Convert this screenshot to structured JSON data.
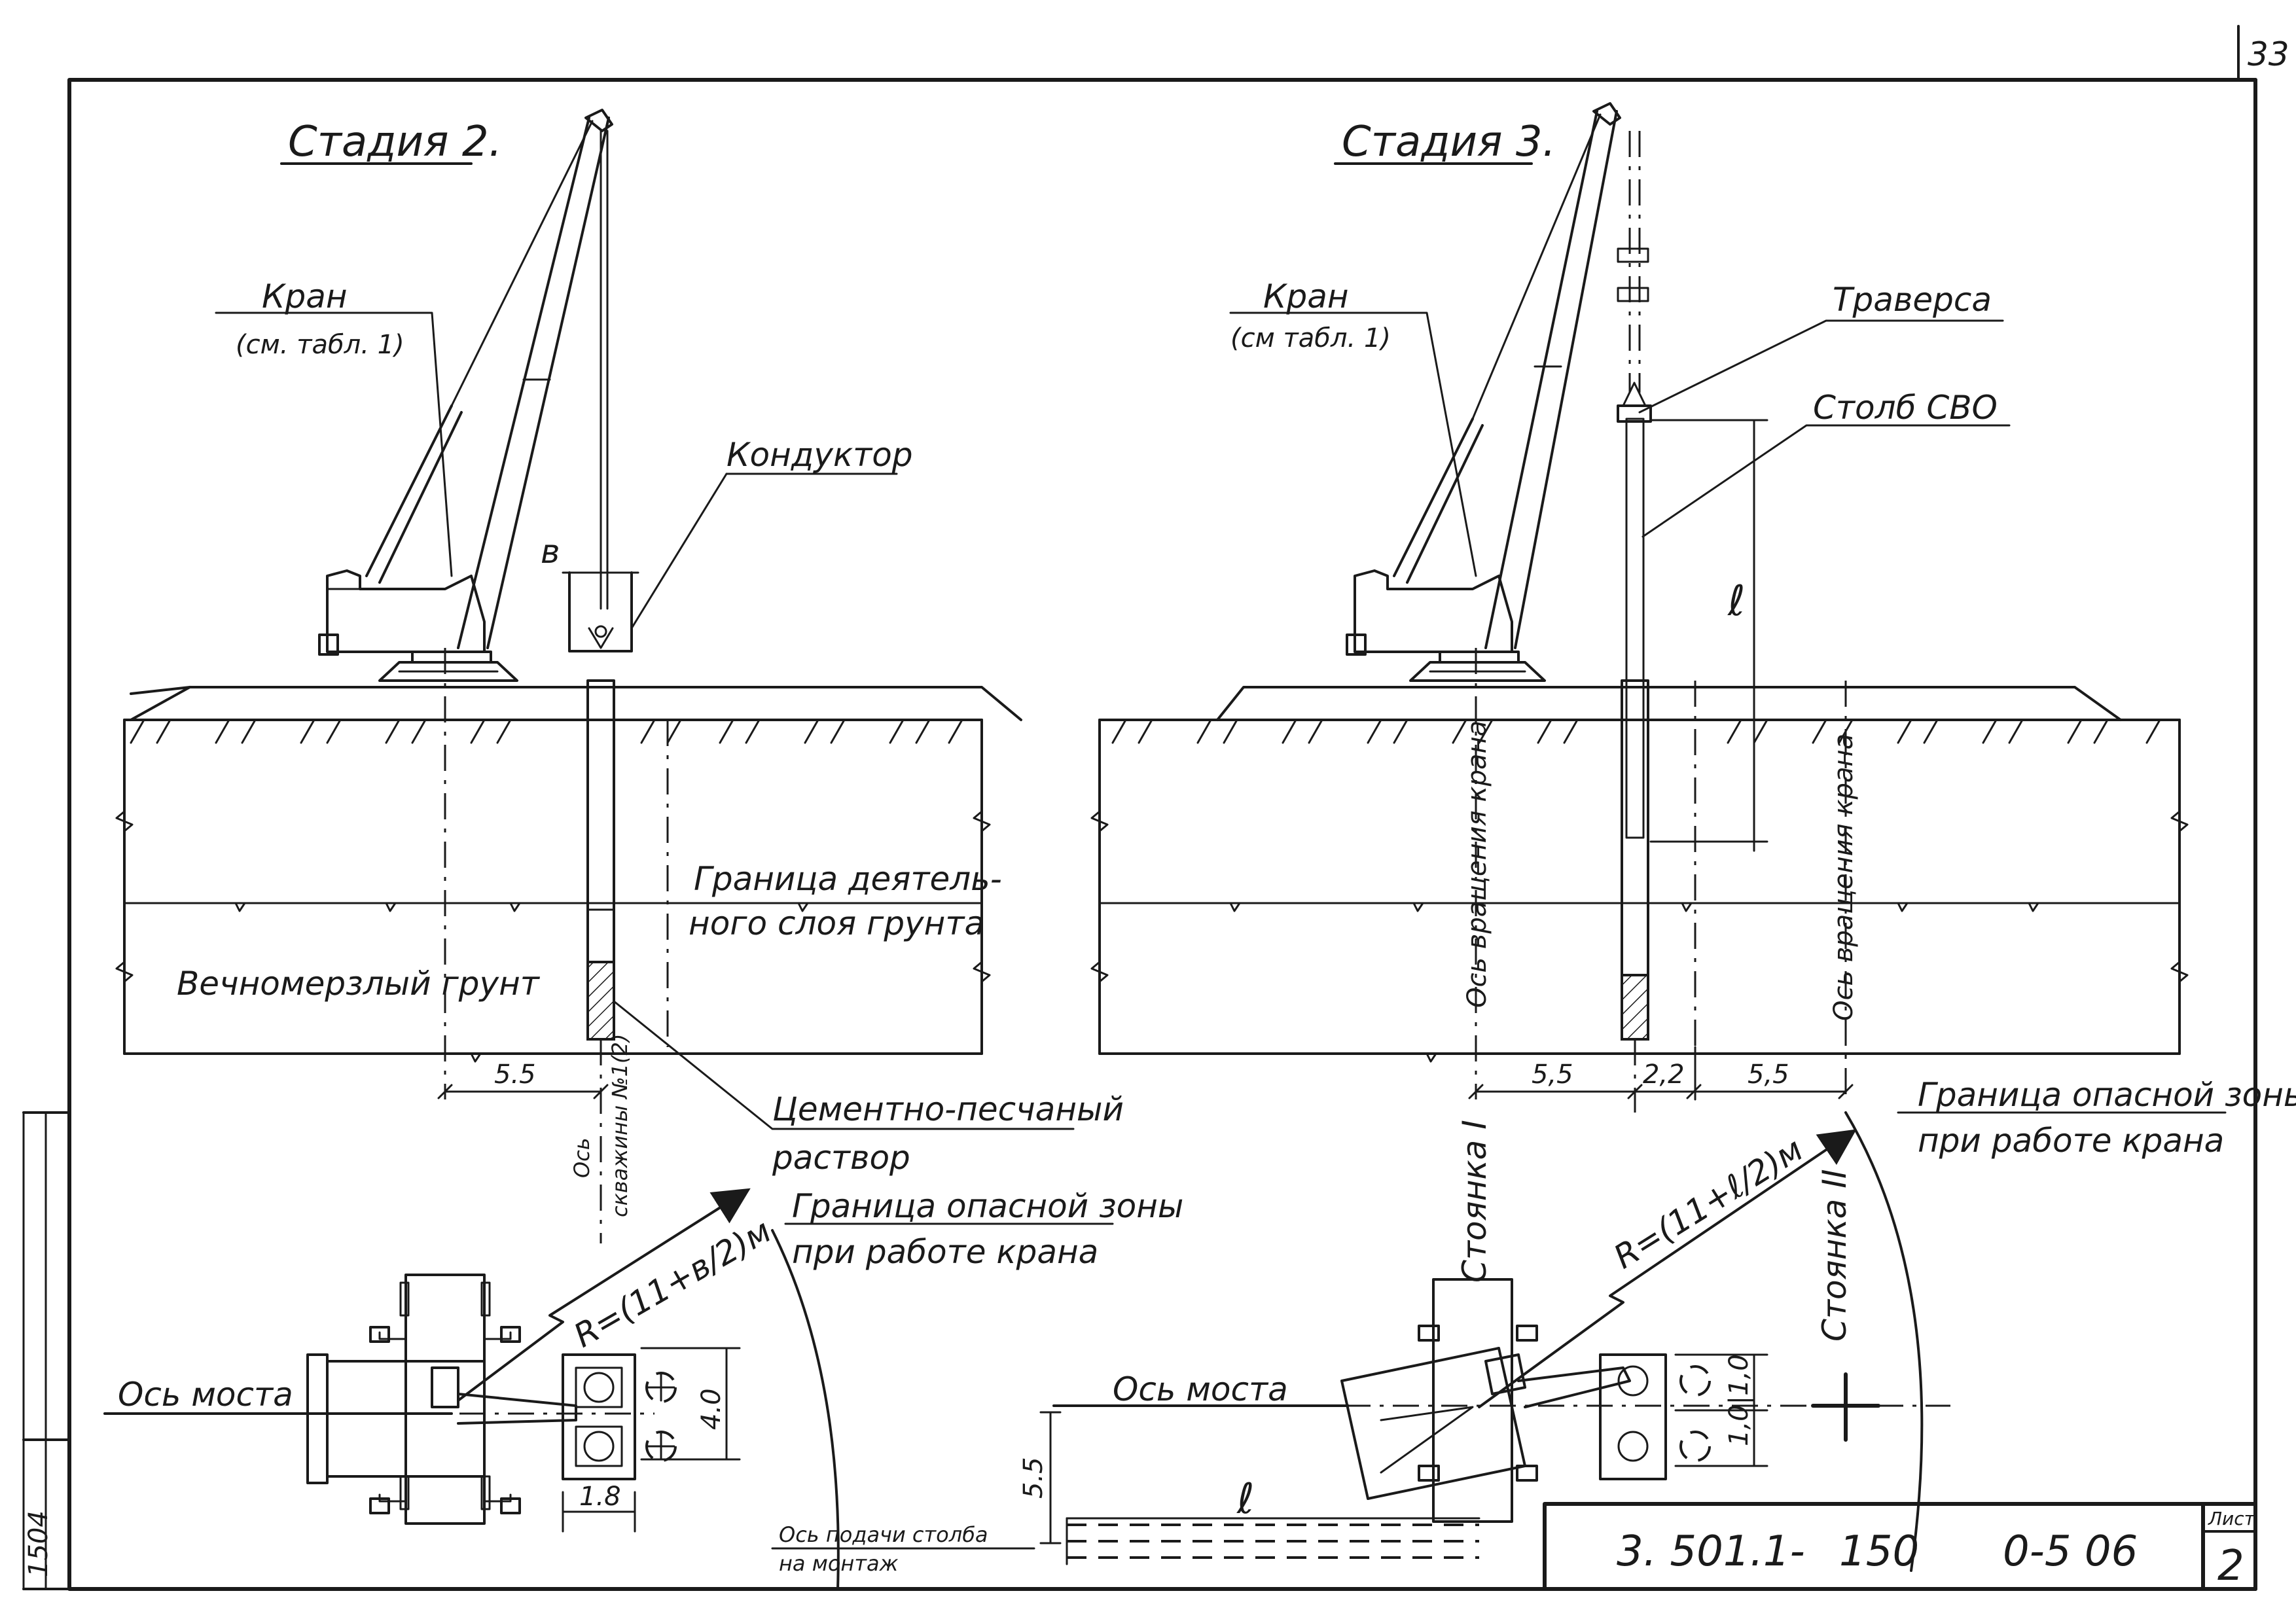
{
  "sheet": {
    "page_number": "33",
    "document_code": "3. 501.1-",
    "document_series": "150",
    "document_sheet_code": "0-5 06",
    "sheet_label": "Лист",
    "sheet_number": "2",
    "margin_code": "1504"
  },
  "stage2": {
    "title": "Стадия 2.",
    "crane_label": "Кран",
    "crane_note": "(см. табл. 1)",
    "conductor_label": "Кондуктор",
    "b_letter": "в",
    "active_layer_line1": "Граница деятель-",
    "active_layer_line2": "ного слоя грунта",
    "permafrost_label": "Вечномерзлый грунт",
    "dim_radius": "5.5",
    "well_axis_line1": "Ось",
    "well_axis_line2": "скважины №1(2)",
    "cement_line1": "Цементно-песчаный",
    "cement_line2": "раствор",
    "danger_line1": "Граница опасной зоны",
    "danger_line2": "при работе крана",
    "radius_formula": "R=(11+в/2)м",
    "bridge_axis": "Ось моста",
    "dim_40": "4.0",
    "dim_18": "1.8"
  },
  "stage3": {
    "title": "Стадия 3.",
    "crane_label": "Кран",
    "crane_note": "(см табл. 1)",
    "traverse_label": "Траверса",
    "pillar_label": "Столб СВО",
    "l_letter": "ℓ",
    "rotation_axis_1": "Ось вращения крана",
    "rotation_axis_2": "Ось вращения крана",
    "dim_55_left": "5,5",
    "dim_22": "2,2",
    "dim_55_right": "5,5",
    "danger_line1": "Граница опасной зоны",
    "danger_line2": "при работе крана",
    "station_1": "Стоянка I",
    "station_2": "Стоянка II",
    "radius_formula": "R=(11+ℓ/2)м",
    "bridge_axis": "Ось моста",
    "dim_55_vertical": "5.5",
    "dim_1010": "1,0|1,0",
    "l_letter_plan": "ℓ",
    "feed_line1": "Ось подачи столба",
    "feed_line2": "на монтаж"
  }
}
